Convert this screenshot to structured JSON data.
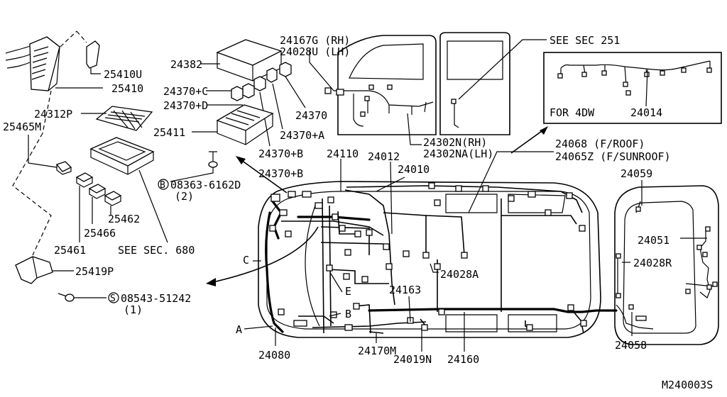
{
  "figure_code": "M240003S",
  "labels": {
    "l25410u": "25410U",
    "l25410": "25410",
    "l24312p": "24312P",
    "l25465m": "25465M",
    "l24382": "24382",
    "l24370c": "24370+C",
    "l24370d": "24370+D",
    "l25411": "25411",
    "l24370": "24370",
    "l24370a": "24370+A",
    "l24370b1": "24370+B",
    "l24370b2": "24370+B",
    "l24167g": "24167G (RH)",
    "l24028u": "24028U (LH)",
    "see251": "SEE SEC 251",
    "for4dw": "FOR 4DW",
    "l24014": "24014",
    "l24302n": "24302N(RH)",
    "l24302na": "24302NA(LH)",
    "l24068": "24068   (F/ROOF)",
    "l24065z": "24065Z (F/SUNROOF)",
    "l24110": "24110",
    "l24012": "24012",
    "l24010": "24010",
    "l24059": "24059",
    "l24051": "24051",
    "l24028r": "24028R",
    "l24028a": "24028A",
    "l24163": "24163",
    "l24058": "24058",
    "l24080": "24080",
    "l24170m": "24170M",
    "l24019n": "24019N",
    "l24160": "24160",
    "bolt1": "08363-6162D",
    "bolt1q": "(2)",
    "bolt1sym": "B",
    "screw1": "08543-51242",
    "screw1q": "(1)",
    "screw1sym": "S",
    "l25462": "25462",
    "l25466": "25466",
    "l25461": "25461",
    "see680": "SEE SEC. 680",
    "l25419p": "25419P",
    "refC": "C",
    "refA": "A",
    "refE": "E",
    "refB": "B"
  }
}
